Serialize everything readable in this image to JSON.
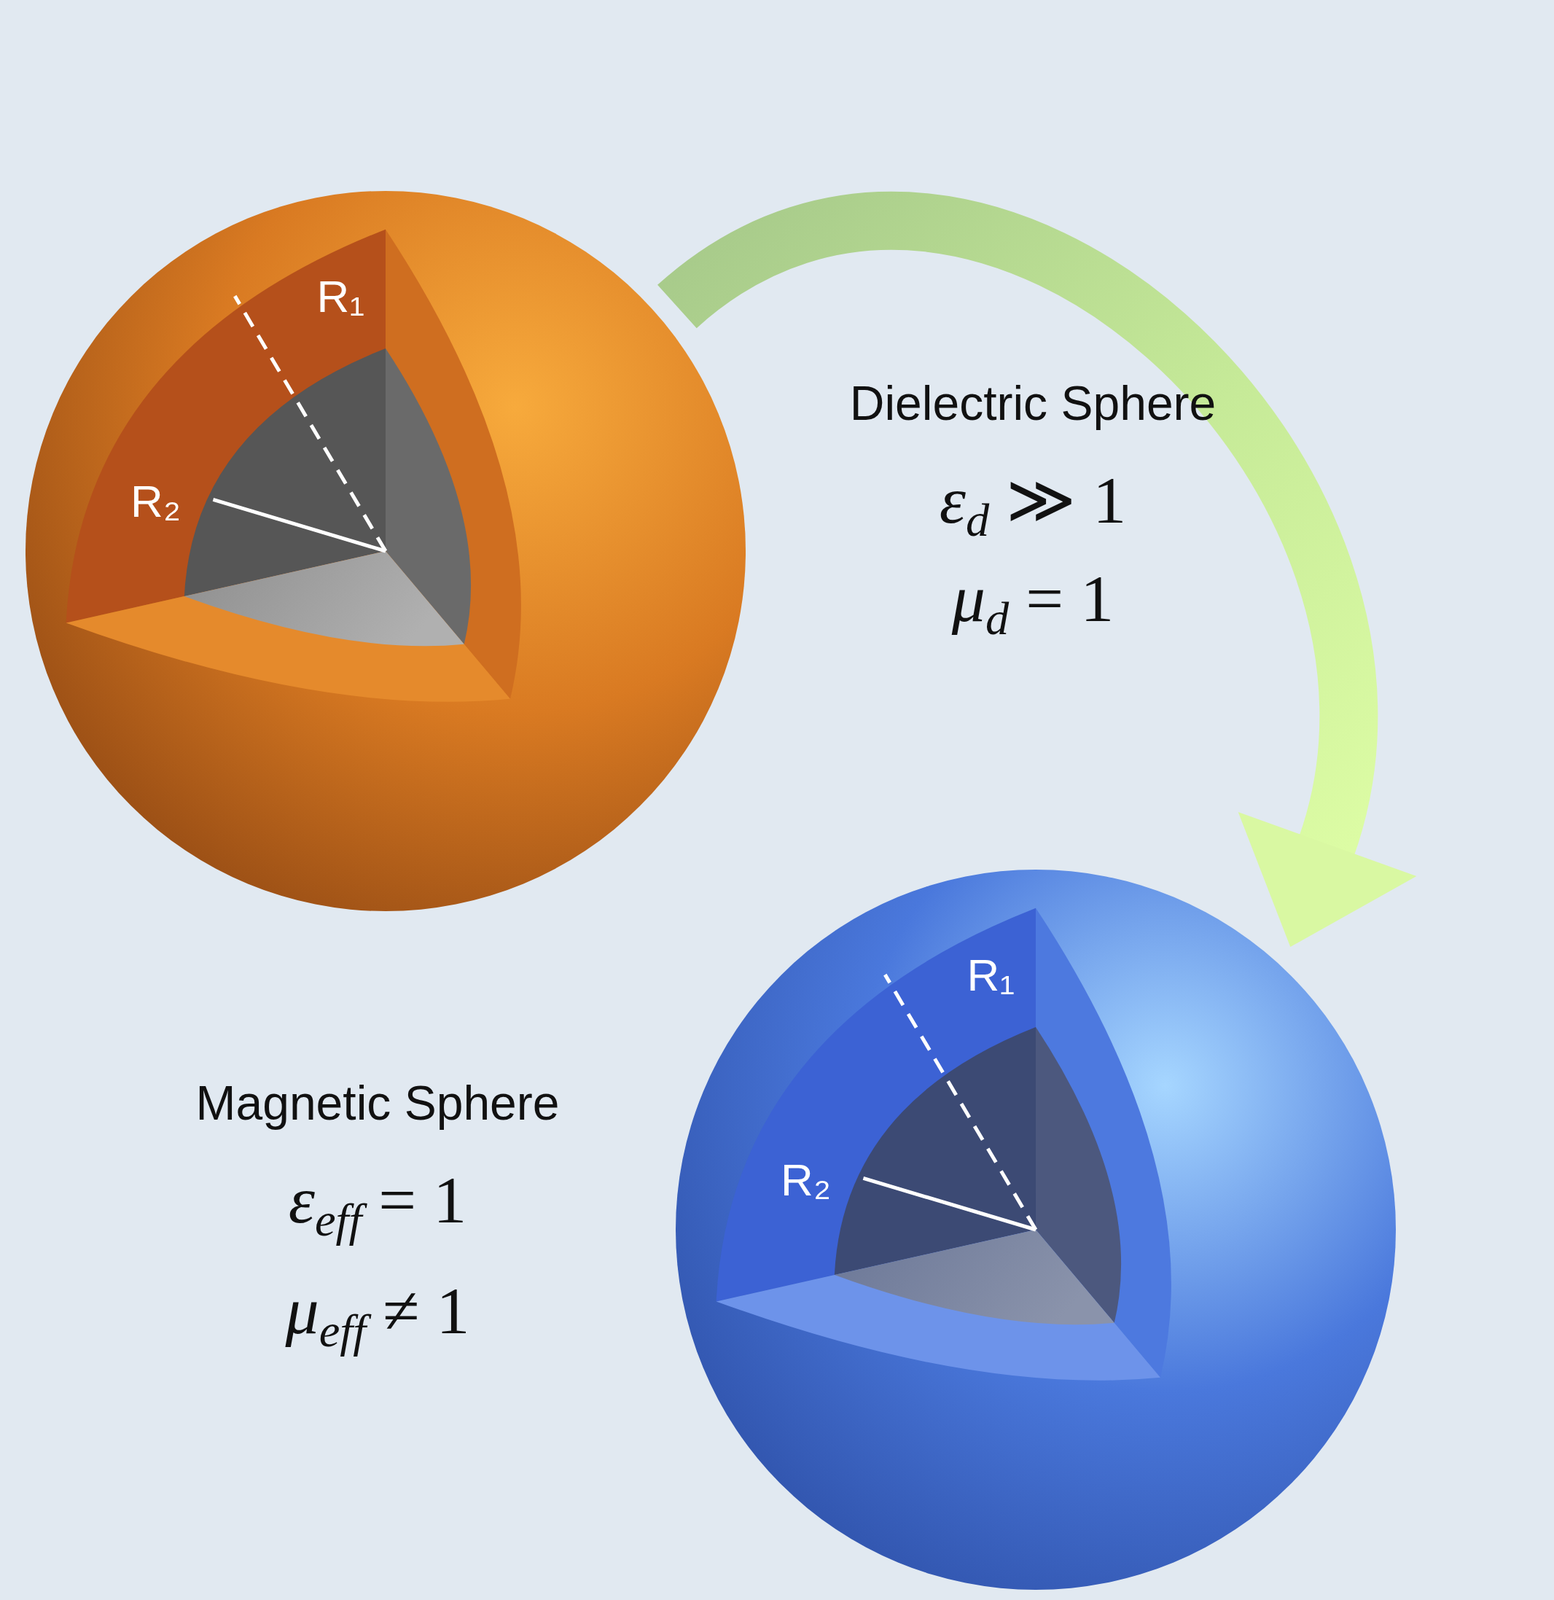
{
  "diagram": {
    "nodes": [
      {
        "text": [
          "R₁",
          "R₂"
        ]
      },
      {
        "text": [
          "R₁",
          "R₂"
        ]
      }
    ],
    "edges": [
      {
        "from": 0,
        "to": 1,
        "arrow": "to"
      }
    ],
    "labels": [
      "Dielectric Sphere",
      "εd ≫ 1",
      "μd = 1",
      "Magnetic Sphere",
      "εeff = 1",
      "μeff ≠ 1"
    ]
  }
}
